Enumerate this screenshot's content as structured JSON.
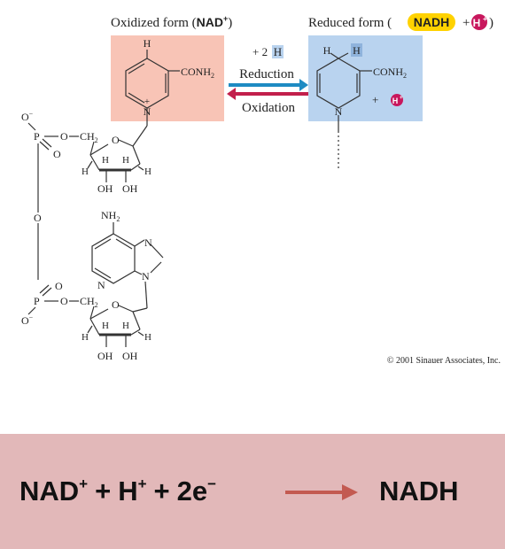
{
  "header": {
    "oxidized_label": "Oxidized form (",
    "oxidized_strong": "NAD",
    "oxidized_sup": "+",
    "oxidized_close": ")",
    "reduced_label": "Reduced form (",
    "reduced_strong": "NADH",
    "reduced_plus": "+",
    "reduced_badge": "H",
    "reduced_badge_sup": "+",
    "reduced_close": ")"
  },
  "reaction": {
    "plus_two": "+ 2",
    "h_box": "H",
    "reduction": "Reduction",
    "oxidation": "Oxidation",
    "plus": "+",
    "h_badge": "H",
    "h_badge_sup": "+"
  },
  "labels": {
    "h": "H",
    "n": "N",
    "ring_plus": "+",
    "conh2_a": "CONH",
    "conh2_b": "CONH",
    "sub2": "2",
    "o": "O",
    "p": "P",
    "o_minus": "O",
    "minus": "−",
    "ch2": "CH",
    "oh": "OH",
    "nh2": "NH"
  },
  "copyright": "© 2001 Sinauer Associates, Inc.",
  "equation": {
    "nad": "NAD",
    "sup_plus1": "+",
    "plus1": "+",
    "h": "H",
    "sup_plus2": "+",
    "plus2": "+",
    "electrons": "2e",
    "sup_minus": "−",
    "product": "NADH"
  },
  "colors": {
    "oxidized_box": "#f8c4b6",
    "reduced_box": "#b9d3ef",
    "reduction_arrow": "#1e8bc3",
    "oxidation_arrow": "#c21f4b",
    "nadh_highlight": "#ffd200",
    "h_badge": "#c8175d",
    "equation_band": "#e2b8b9",
    "equation_arrow": "#c35a51"
  }
}
